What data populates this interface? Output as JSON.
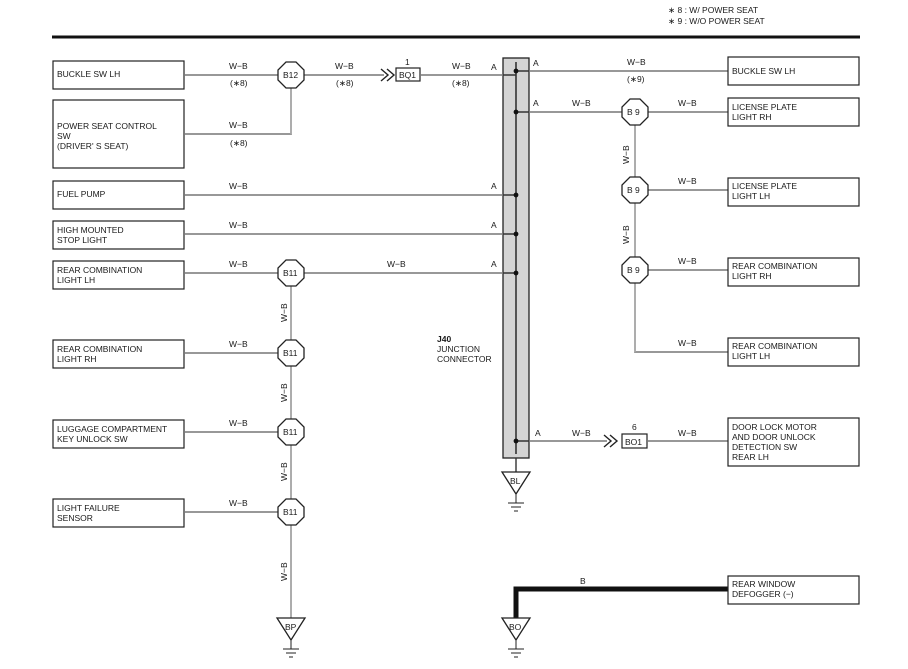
{
  "legend": {
    "note1": "∗ 8 : W/ POWER SEAT",
    "note2": "∗ 9 : W/O POWER SEAT"
  },
  "junction": {
    "code": "J40",
    "line1": "JUNCTION",
    "line2": "CONNECTOR",
    "pin": "A"
  },
  "components": {
    "buckle_sw_lh_left": [
      "BUCKLE SW LH"
    ],
    "power_seat_sw": [
      "POWER SEAT CONTROL",
      "SW",
      "(DRIVER' S SEAT)"
    ],
    "fuel_pump": [
      "FUEL PUMP"
    ],
    "high_stop_light": [
      "HIGH MOUNTED",
      "STOP LIGHT"
    ],
    "rear_combo_lh_left": [
      "REAR COMBINATION",
      "LIGHT LH"
    ],
    "rear_combo_rh_left": [
      "REAR COMBINATION",
      "LIGHT RH"
    ],
    "luggage_sw": [
      "LUGGAGE COMPARTMENT",
      "KEY UNLOCK SW"
    ],
    "light_failure": [
      "LIGHT FAILURE",
      "SENSOR"
    ],
    "buckle_sw_lh_right": [
      "BUCKLE SW LH"
    ],
    "license_rh": [
      "LICENSE PLATE",
      "LIGHT RH"
    ],
    "license_lh": [
      "LICENSE PLATE",
      "LIGHT LH"
    ],
    "rear_combo_rh_right": [
      "REAR COMBINATION",
      "LIGHT RH"
    ],
    "rear_combo_lh_right": [
      "REAR COMBINATION",
      "LIGHT LH"
    ],
    "door_lock_motor": [
      "DOOR LOCK MOTOR",
      "AND DOOR UNLOCK",
      "DETECTION SW",
      "REAR LH"
    ],
    "rear_defogger": [
      "REAR WINDOW",
      "DEFOGGER (−)"
    ]
  },
  "connectors": {
    "b12": "B12",
    "b11": "B11",
    "b9": "B 9",
    "bq1": "BQ1",
    "bq1_pin": "1",
    "bo1": "BO1",
    "bo1_pin": "6"
  },
  "wires": {
    "wb": "W−B",
    "b": "B",
    "note8": "(∗8)",
    "note9": "(∗9)"
  },
  "grounds": {
    "bl": "BL",
    "bp": "BP",
    "bo": "BO"
  }
}
